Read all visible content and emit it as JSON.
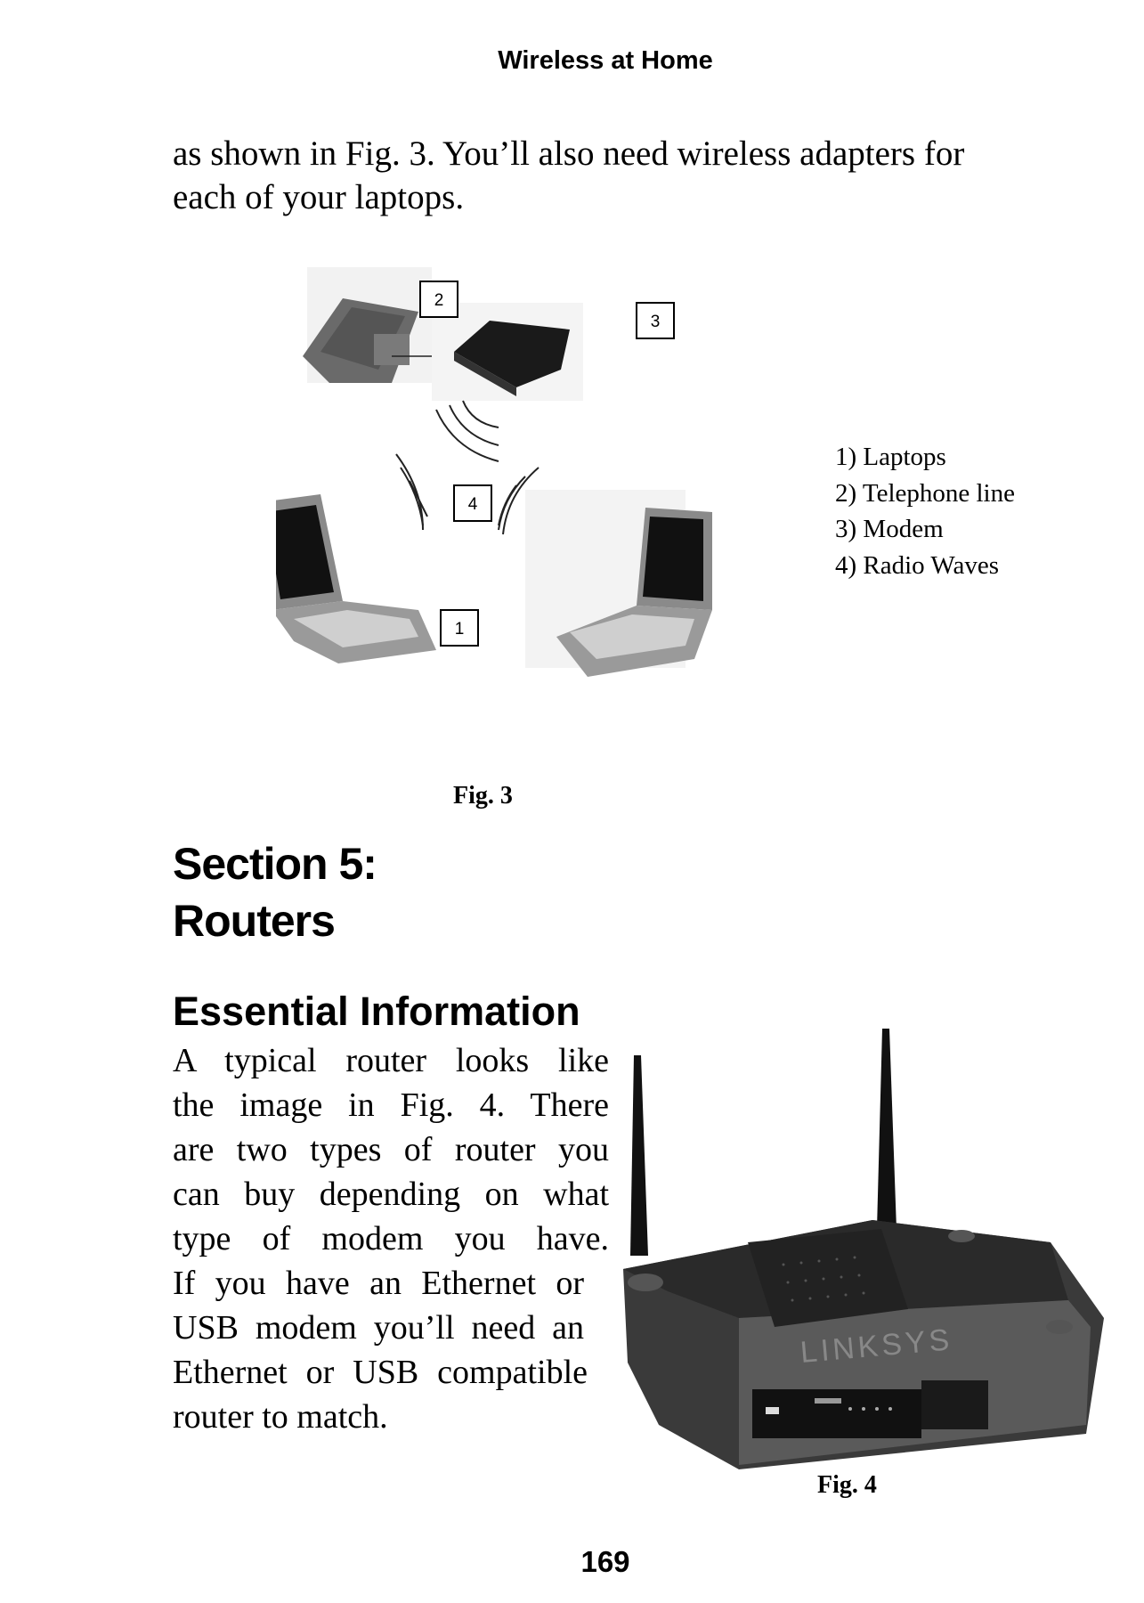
{
  "running_head": "Wireless at Home",
  "intro_lines": [
    "as shown in Fig. 3. You’ll also need wireless adapters for",
    "each of your laptops."
  ],
  "fig3": {
    "callouts": [
      "1",
      "2",
      "3",
      "4"
    ],
    "legend": [
      "1) Laptops",
      "2) Telephone line",
      "3) Modem",
      "4) Radio Waves"
    ],
    "caption": "Fig. 3"
  },
  "section": {
    "title_line1": "Section 5:",
    "title_line2": "Routers",
    "subheading": "Essential Information",
    "paragraph_lines": [
      "A typical router looks like",
      "the image in Fig. 4. There",
      "are two types of router you",
      "can buy depending on what",
      "type of modem you have.",
      "If you have an Ethernet or",
      "USB modem you’ll need an",
      "Ethernet or USB compatible",
      "router to match."
    ]
  },
  "fig4": {
    "brand_label": "LINKSYS",
    "caption": "Fig. 4"
  },
  "page_number": "169"
}
